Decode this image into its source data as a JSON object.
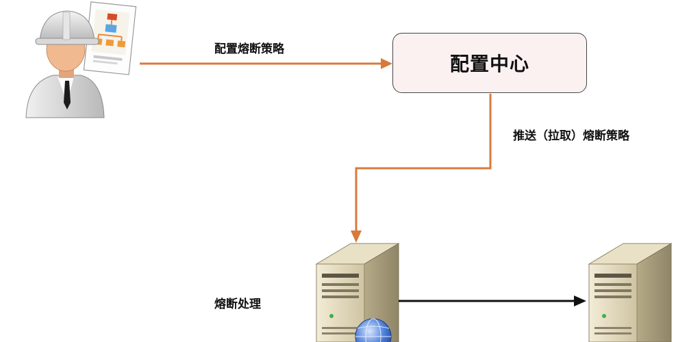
{
  "diagram": {
    "config_center_label": "配置中心",
    "edge_labels": {
      "configure": "配置熔断策略",
      "push_pull": "推送（拉取）熔断策略",
      "handling": "熔断处理"
    },
    "icons": {
      "operator": "engineer-with-document-icon",
      "service_a": "server-with-globe-icon",
      "service_b": "server-icon"
    },
    "colors": {
      "flow_arrow": "#d97a3c",
      "call_arrow": "#111111",
      "box_fill": "#fbf1f0"
    }
  }
}
